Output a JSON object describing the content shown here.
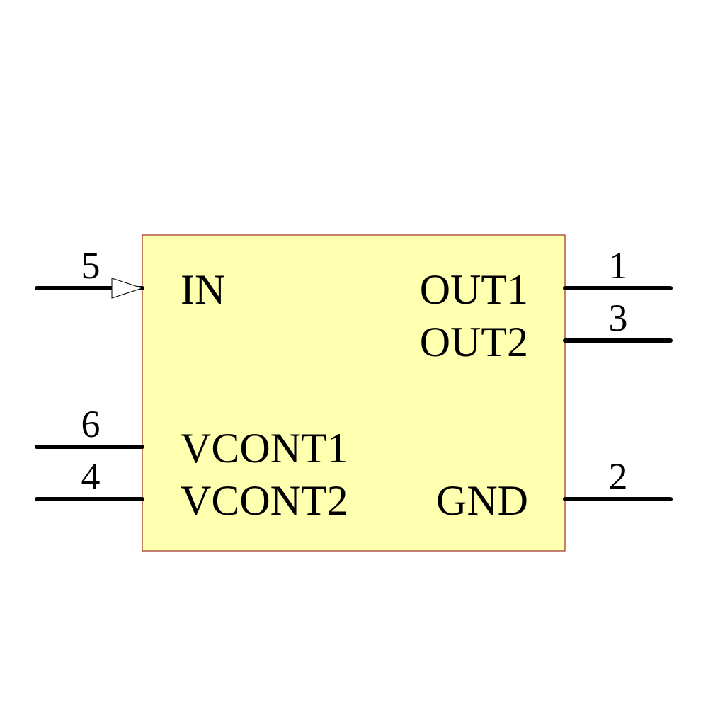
{
  "component": {
    "body_fill": "#FFFFB0",
    "body_stroke": "#8B0000",
    "input_marker_fill": "#FFFFFF",
    "pins": [
      {
        "id": "in",
        "number": "5",
        "name": "IN",
        "side": "left",
        "input_marker": true
      },
      {
        "id": "vcont1",
        "number": "6",
        "name": "VCONT1",
        "side": "left",
        "input_marker": false
      },
      {
        "id": "vcont2",
        "number": "4",
        "name": "VCONT2",
        "side": "left",
        "input_marker": false
      },
      {
        "id": "out1",
        "number": "1",
        "name": "OUT1",
        "side": "right",
        "input_marker": false
      },
      {
        "id": "out2",
        "number": "3",
        "name": "OUT2",
        "side": "right",
        "input_marker": false
      },
      {
        "id": "gnd",
        "number": "2",
        "name": "GND",
        "side": "right",
        "input_marker": false
      }
    ]
  }
}
